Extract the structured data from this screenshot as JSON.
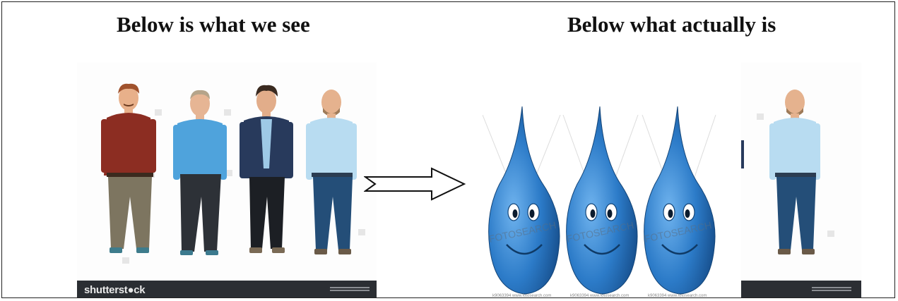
{
  "headings": {
    "left": "Below is what we see",
    "right": "Below what actually is"
  },
  "stock_image": {
    "logo": "shutterst●ck",
    "figures": [
      {
        "name": "man-mustache-red-shirt",
        "shirt": "#8c2d22",
        "pants": "#7d7560",
        "hair": "#a0522d",
        "shoes": "#3e7c8c"
      },
      {
        "name": "man-blue-sweater",
        "shirt": "#4fa3dc",
        "pants": "#2d3137",
        "hair": "#b5a48a",
        "shoes": "#3c7a8e"
      },
      {
        "name": "man-dark-blazer",
        "shirt": "#283a5c",
        "pants": "#1c1f24",
        "hair": "#3a2a20",
        "shoes": "#7a6a55"
      },
      {
        "name": "man-bald-light-shirt",
        "shirt": "#b8dcf1",
        "pants": "#244e78",
        "hair": "#9e7b59",
        "shoes": "#6a5a48"
      }
    ]
  },
  "drops": {
    "watermark": "FOTOSEARCH",
    "captions": [
      "k9063394 www.fotosearch.com",
      "k9063394 www.fotosearch.com",
      "k9063394 www.fotosearch.com"
    ],
    "color": "#2c7bc8"
  },
  "arrow_icon": "right-arrow-icon"
}
